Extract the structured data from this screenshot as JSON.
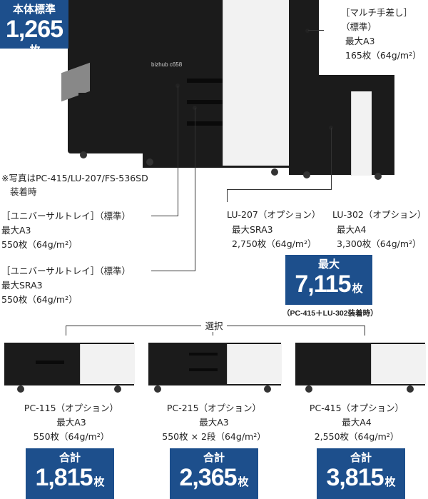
{
  "standard_badge": {
    "label": "本体標準",
    "value": "1,265",
    "unit": "枚"
  },
  "manual_tray": {
    "line1": "［マルチ手差し］",
    "line2": "（標準）",
    "line3": "最大A3",
    "line4": "165枚（64g/m²）"
  },
  "photo_note": {
    "line1": "※写真はPC-415/LU-207/FS-536SD",
    "line2": "装着時"
  },
  "universal_tray_1": {
    "line1": "［ユニバーサルトレイ］（標準）",
    "line2": "最大A3",
    "line3": "550枚（64g/m²）"
  },
  "universal_tray_2": {
    "line1": "［ユニバーサルトレイ］（標準）",
    "line2": "最大SRA3",
    "line3": "550枚（64g/m²）"
  },
  "lu207": {
    "line1": "LU-207（オプション）",
    "line2": "最大SRA3",
    "line3": "2,750枚（64g/m²）"
  },
  "lu302": {
    "line1": "LU-302（オプション）",
    "line2": "最大A4",
    "line3": "3,300枚（64g/m²）"
  },
  "max_badge": {
    "label": "最大",
    "value": "7,115",
    "unit": "枚",
    "note": "（PC-415＋LU-302装着時）"
  },
  "select_label": "選択",
  "brand": "bizhub c658",
  "options": [
    {
      "name": "PC-115（オプション）",
      "size": "最大A3",
      "capacity": "550枚（64g/m²）",
      "total_label": "合計",
      "total": "1,815",
      "unit": "枚"
    },
    {
      "name": "PC-215（オプション）",
      "size": "最大A3",
      "capacity": "550枚 × 2段（64g/m²）",
      "total_label": "合計",
      "total": "2,365",
      "unit": "枚"
    },
    {
      "name": "PC-415（オプション）",
      "size": "最大A4",
      "capacity": "2,550枚（64g/m²）",
      "total_label": "合計",
      "total": "3,815",
      "unit": "枚"
    }
  ],
  "colors": {
    "badge_blue": "#1d4f8c",
    "machine_black": "#1b1b1b",
    "panel_white": "#f2f2f2"
  }
}
